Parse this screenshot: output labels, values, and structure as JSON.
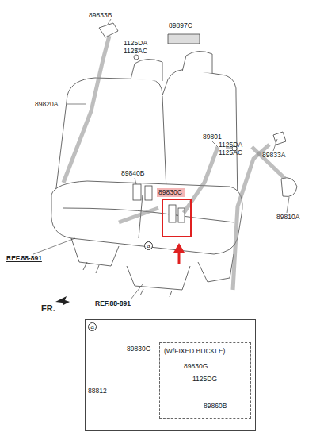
{
  "diagram": {
    "nodes": [
      {
        "text": [
          "a"
        ]
      },
      {
        "text": [
          "89830C"
        ]
      },
      {
        "text": [
          "89830G",
          "88812"
        ]
      },
      {
        "text": [
          "a"
        ],
        "in": 2
      },
      {
        "text": [
          "(W/FIXED BUCKLE)",
          "89830G",
          "1125DG",
          "89860B"
        ],
        "in": 2
      }
    ],
    "labels": [
      "89833B",
      "89897C",
      "1125DA",
      "1125AC",
      "89820A",
      "89801",
      "1125DA",
      "1125AC",
      "89833A",
      "89840B",
      "89810A",
      "REF.88-891",
      "REF.88-891",
      "FR."
    ]
  }
}
